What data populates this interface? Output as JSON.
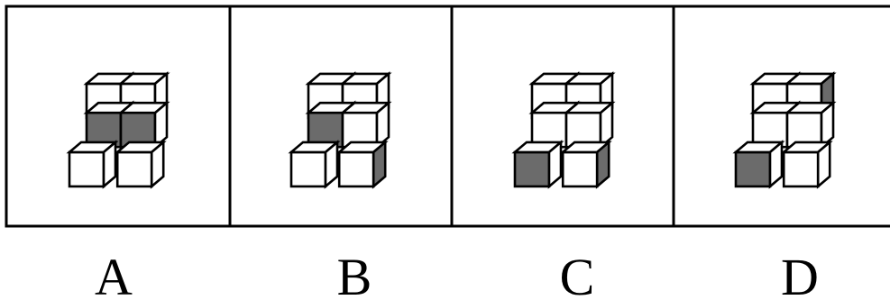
{
  "options": [
    {
      "label": "A",
      "cubes": [
        {
          "col": 0,
          "row": 2,
          "depth": 0,
          "front": "white",
          "top": "white",
          "side": "white"
        },
        {
          "col": 1,
          "row": 2,
          "depth": 0,
          "front": "white",
          "top": "white",
          "side": "white"
        },
        {
          "col": 0,
          "row": 1,
          "depth": 0,
          "front": "gray",
          "top": "white",
          "side": "white"
        },
        {
          "col": 1,
          "row": 1,
          "depth": 0,
          "front": "gray",
          "top": "white",
          "side": "white"
        },
        {
          "col": -0.5,
          "row": 0,
          "depth": 0,
          "front": "white",
          "top": "white",
          "side": "white"
        },
        {
          "col": 0.9,
          "row": 0,
          "depth": 0,
          "front": "white",
          "top": "white",
          "side": "white"
        }
      ]
    },
    {
      "label": "B",
      "cubes": [
        {
          "col": 0,
          "row": 2,
          "depth": 0,
          "front": "white",
          "top": "white",
          "side": "white"
        },
        {
          "col": 1,
          "row": 2,
          "depth": 0,
          "front": "white",
          "top": "white",
          "side": "white"
        },
        {
          "col": 0,
          "row": 1,
          "depth": 0,
          "front": "gray",
          "top": "white",
          "side": "white"
        },
        {
          "col": 1,
          "row": 1,
          "depth": 0,
          "front": "white",
          "top": "white",
          "side": "white"
        },
        {
          "col": -0.5,
          "row": 0,
          "depth": 0,
          "front": "white",
          "top": "white",
          "side": "white"
        },
        {
          "col": 0.9,
          "row": 0,
          "depth": 0,
          "front": "white",
          "top": "white",
          "side": "gray"
        }
      ]
    },
    {
      "label": "C",
      "cubes": [
        {
          "col": 0,
          "row": 2,
          "depth": 0,
          "front": "white",
          "top": "white",
          "side": "white"
        },
        {
          "col": 1,
          "row": 2,
          "depth": 0,
          "front": "white",
          "top": "white",
          "side": "white"
        },
        {
          "col": 0,
          "row": 1,
          "depth": 0,
          "front": "white",
          "top": "white",
          "side": "white"
        },
        {
          "col": 1,
          "row": 1,
          "depth": 0,
          "front": "white",
          "top": "white",
          "side": "white"
        },
        {
          "col": -0.5,
          "row": 0,
          "depth": 0,
          "front": "gray",
          "top": "white",
          "side": "white"
        },
        {
          "col": 0.9,
          "row": 0,
          "depth": 0,
          "front": "white",
          "top": "white",
          "side": "gray"
        }
      ]
    },
    {
      "label": "D",
      "cubes": [
        {
          "col": 0,
          "row": 2,
          "depth": 0,
          "front": "white",
          "top": "white",
          "side": "white"
        },
        {
          "col": 1,
          "row": 2,
          "depth": 0,
          "front": "white",
          "top": "white",
          "side": "gray"
        },
        {
          "col": 0,
          "row": 1,
          "depth": 0,
          "front": "white",
          "top": "white",
          "side": "white"
        },
        {
          "col": 1,
          "row": 1,
          "depth": 0,
          "front": "white",
          "top": "white",
          "side": "white"
        },
        {
          "col": -0.5,
          "row": 0,
          "depth": 0,
          "front": "gray",
          "top": "white",
          "side": "white"
        },
        {
          "col": 0.9,
          "row": 0,
          "depth": 0,
          "front": "white",
          "top": "white",
          "side": "white"
        }
      ]
    }
  ],
  "colors": {
    "white": "#ffffff",
    "gray": "#6b6b6b",
    "line": "#000000"
  }
}
